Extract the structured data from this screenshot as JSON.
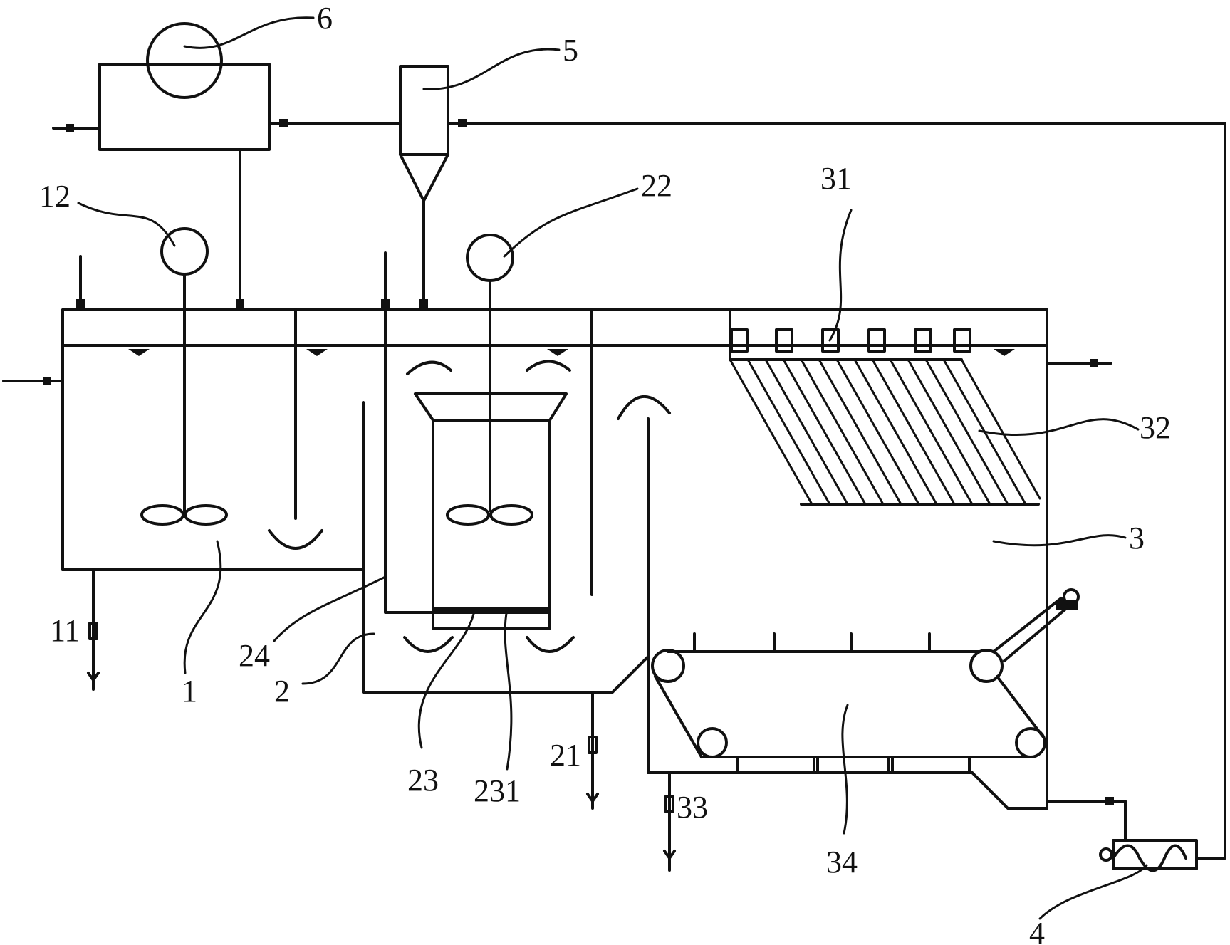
{
  "labels": {
    "l1": "1",
    "l2": "2",
    "l3": "3",
    "l4": "4",
    "l5": "5",
    "l6": "6",
    "l11": "11",
    "l12": "12",
    "l21": "21",
    "l22": "22",
    "l23": "23",
    "l24": "24",
    "l31": "31",
    "l32": "32",
    "l33": "33",
    "l34": "34",
    "l231": "231"
  }
}
